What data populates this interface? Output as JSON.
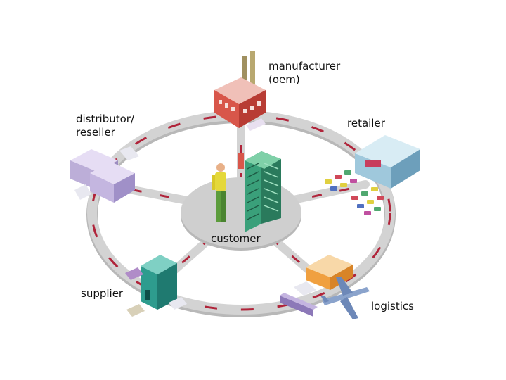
{
  "diagram": {
    "labels": {
      "manufacturer": [
        "manufacturer",
        "(oem)"
      ],
      "retailer": "retailer",
      "distributor": [
        "distributor/",
        "reseller"
      ],
      "customer": "customer",
      "supplier": "supplier",
      "logistics": "logistics"
    },
    "colors": {
      "ring": "#d3d3d3",
      "ring_shadow": "#b8b8b8",
      "hub": "#cfcfcf",
      "dash": "#b0243a",
      "factory": "#d8564a",
      "retail_store": "#9fc8dc",
      "warehouse": "#bcaed8",
      "supplier_building": "#2e9c8e",
      "logistics_depot": "#f0a040",
      "airplane": "#8aa3cc",
      "office_tower": "#3aa07a",
      "person_shirt": "#e4d83a",
      "person_pants": "#5c9c3c"
    }
  }
}
